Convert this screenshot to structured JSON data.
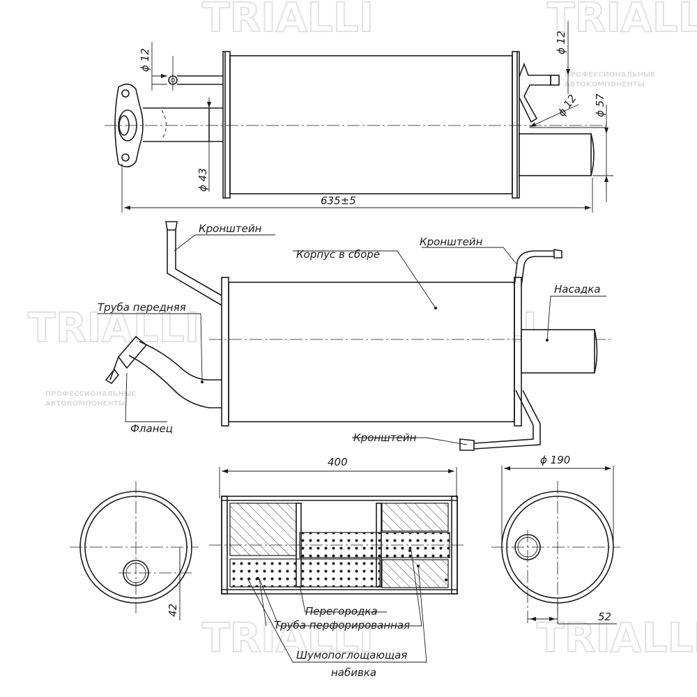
{
  "watermark": {
    "brand": "TRIALLI",
    "tagline_line1": "ПРОФЕССИОНАЛЬНЫЕ",
    "tagline_line2": "АВТОКОМПОНЕНТЫ"
  },
  "dimensions": {
    "inlet_bracket_dia": "ϕ 12",
    "outlet_bracket_dia": "ϕ 12",
    "outlet_bracket_dia2": "ϕ 12",
    "tail_pipe_dia": "ϕ 57",
    "front_pipe_dia": "ϕ 43",
    "overall_length": "635±5",
    "body_length": "400",
    "body_dia": "ϕ 190",
    "offset_left": "42",
    "offset_right": "52"
  },
  "labels": {
    "bracket_top": "Кронштейн",
    "body_assembly": "Корпус в сборе",
    "bracket_right": "Кронштейн",
    "front_pipe": "Труба передняя",
    "tip": "Насадка",
    "flange": "Фланец",
    "bracket_bottom": "Кронштейн",
    "baffle": "Перегородка",
    "perforated_pipe": "Труба перфорированная",
    "packing_line1": "Шумопоглощающая",
    "packing_line2": "набивка"
  }
}
